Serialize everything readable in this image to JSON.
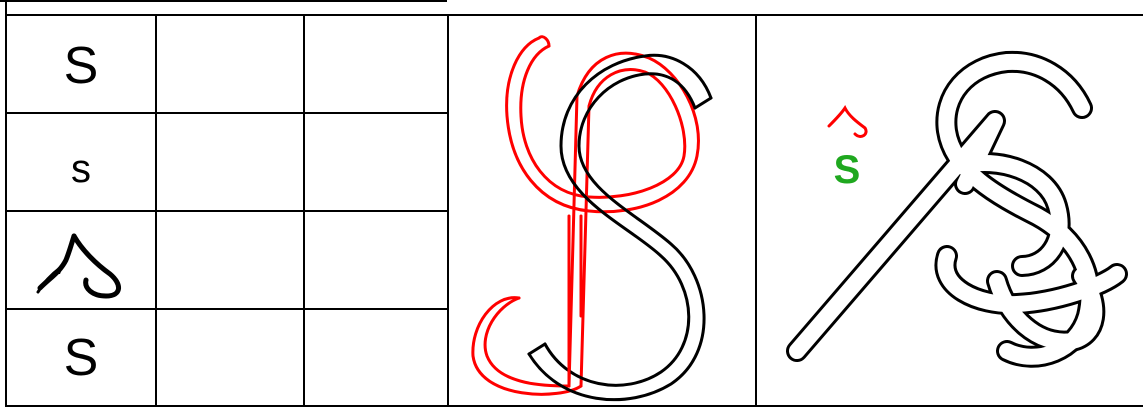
{
  "grid": {
    "rows": [
      {
        "letter": "S",
        "style": "print-capital"
      },
      {
        "letter": "s",
        "style": "print-small"
      },
      {
        "letter": "",
        "style": "cursive-glyph"
      },
      {
        "letter": "S",
        "style": "print-capital"
      }
    ]
  },
  "panel_right": {
    "small_cursive_glyph_color": "#ff0000",
    "green_letter": "S",
    "green_color": "#1fa81f"
  },
  "colors": {
    "red_stroke": "#ff0000",
    "black_stroke": "#000000",
    "fill": "#ffffff"
  }
}
